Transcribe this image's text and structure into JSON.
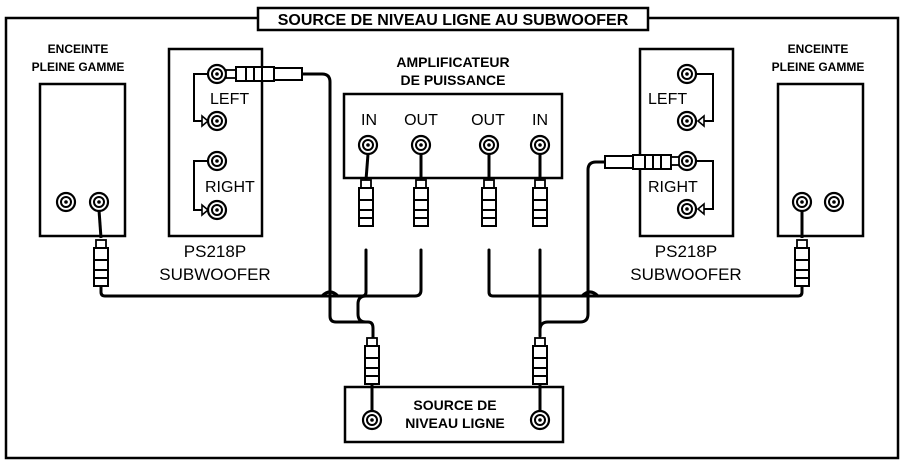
{
  "title": "SOURCE DE NIVEAU LIGNE AU SUBWOOFER",
  "left_speaker": {
    "line1": "ENCEINTE",
    "line2": "PLEINE GAMME"
  },
  "right_speaker": {
    "line1": "ENCEINTE",
    "line2": "PLEINE GAMME"
  },
  "left_sub": {
    "left_label": "LEFT",
    "right_label": "RIGHT",
    "model": "PS218P",
    "name": "SUBWOOFER"
  },
  "right_sub": {
    "left_label": "LEFT",
    "right_label": "RIGHT",
    "model": "PS218P",
    "name": "SUBWOOFER"
  },
  "amplifier": {
    "line1": "AMPLIFICATEUR",
    "line2": "DE PUISSANCE",
    "jacks": [
      "IN",
      "OUT",
      "OUT",
      "IN"
    ]
  },
  "source": {
    "line1": "SOURCE DE",
    "line2": "NIVEAU LIGNE"
  },
  "colors": {
    "ink": "#000000",
    "paper": "#ffffff"
  }
}
